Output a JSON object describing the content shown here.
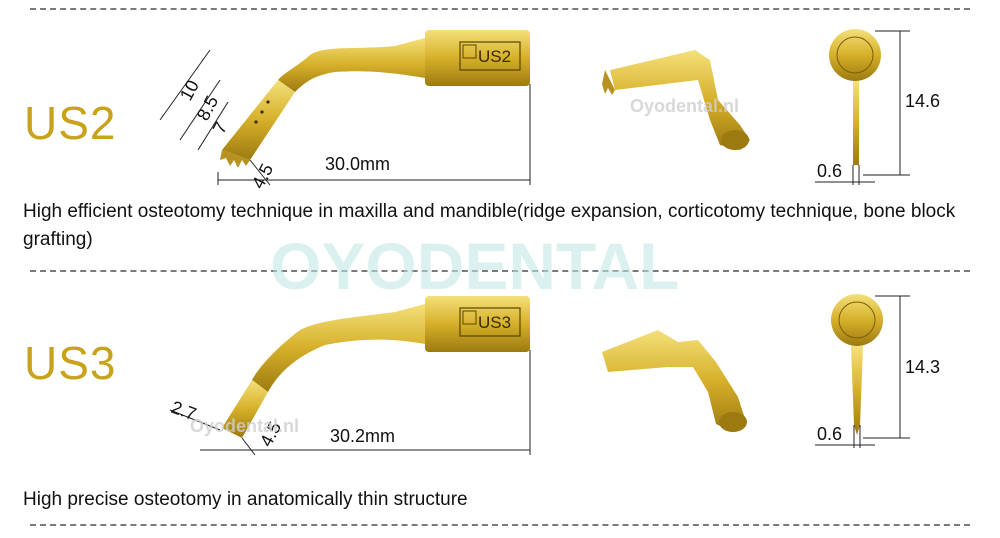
{
  "products": [
    {
      "model": "US2",
      "tip_label": "US2",
      "dims": {
        "a": "10",
        "b": "8.5",
        "c": "7",
        "width": "4.5",
        "length": "30.0mm",
        "height": "14.6",
        "thickness": "0.6"
      },
      "description": "High efficient osteotomy technique in maxilla and mandible(ridge expansion, corticotomy technique, bone block grafting)"
    },
    {
      "model": "US3",
      "tip_label": "US3",
      "dims": {
        "a": "2.7",
        "width": "4.5",
        "length": "30.2mm",
        "height": "14.3",
        "thickness": "0.6"
      },
      "description": "High precise osteotomy in anatomically thin structure"
    }
  ],
  "watermark": {
    "brand": "OYODENTAL",
    "small": "Oyodental.nl"
  },
  "colors": {
    "gold": "#c9a21c",
    "watermark": "#bfe7e3"
  }
}
